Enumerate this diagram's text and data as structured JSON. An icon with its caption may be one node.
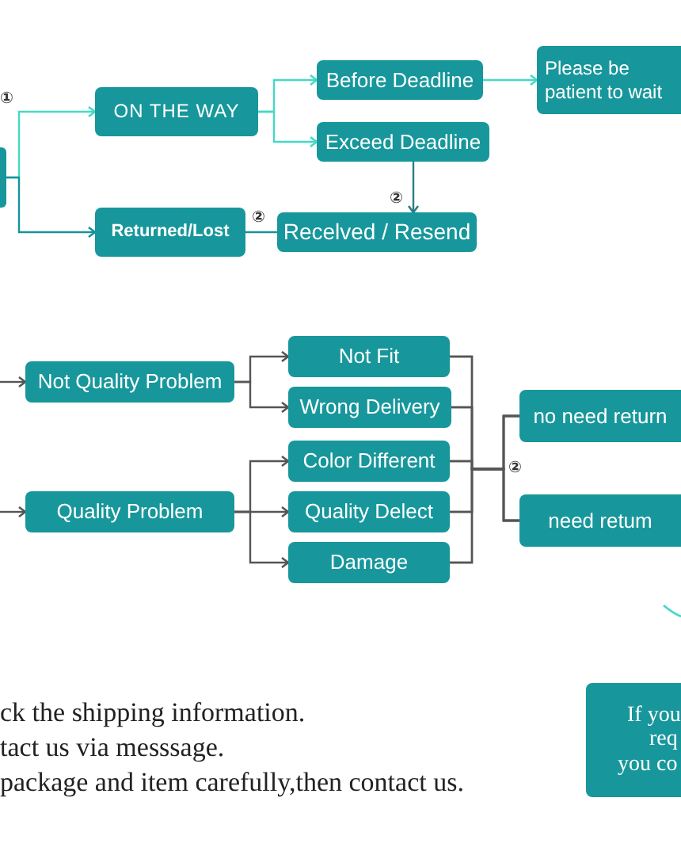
{
  "diagram": {
    "nodes": [
      {
        "text": [],
        "shape": "box"
      },
      {
        "text": [
          "ON THE WAY"
        ]
      },
      {
        "text": [
          "Before Deadline"
        ]
      },
      {
        "text": [
          "Exceed Deadline"
        ]
      },
      {
        "text": [
          "Please be patient to wait"
        ]
      },
      {
        "text": [
          "Returned/Lost"
        ]
      },
      {
        "text": [
          "Recelved / Resend"
        ]
      },
      {
        "text": [
          "Not Quality Problem"
        ]
      },
      {
        "text": [
          "Not Fit"
        ]
      },
      {
        "text": [
          "Wrong Delivery"
        ]
      },
      {
        "text": [
          "Quality Problem"
        ]
      },
      {
        "text": [
          "Color Different"
        ]
      },
      {
        "text": [
          "Quality Delect"
        ]
      },
      {
        "text": [
          "Damage"
        ]
      },
      {
        "text": [
          "no need return"
        ]
      },
      {
        "text": [
          "need retum"
        ]
      },
      {
        "text": [
          "If you",
          "req",
          "you co"
        ]
      }
    ],
    "edges": [
      {
        "from": 0,
        "to": 1,
        "arrow": "to",
        "color": "#45d9c6"
      },
      {
        "from": 0,
        "to": 5,
        "arrow": "to",
        "color": "#17939a"
      },
      {
        "from": 1,
        "to": 2,
        "arrow": "to",
        "color": "#45d9c6"
      },
      {
        "from": 1,
        "to": 3,
        "arrow": "to",
        "color": "#45d9c6"
      },
      {
        "from": 2,
        "to": 4,
        "arrow": "to",
        "color": "#45d9c6"
      },
      {
        "from": 3,
        "to": 6,
        "arrow": "to",
        "label": "②",
        "color": "#2a7f86"
      },
      {
        "from": 5,
        "to": 6,
        "arrow": "none",
        "label": "②",
        "color": "#17939a"
      },
      {
        "from": null,
        "to": 7,
        "arrow": "to"
      },
      {
        "from": null,
        "to": 10,
        "arrow": "to"
      },
      {
        "from": 7,
        "to": 8,
        "arrow": "to"
      },
      {
        "from": 7,
        "to": 9,
        "arrow": "to"
      },
      {
        "from": 10,
        "to": 11,
        "arrow": "to"
      },
      {
        "from": 10,
        "to": 12,
        "arrow": "to"
      },
      {
        "from": 10,
        "to": 13,
        "arrow": "to"
      },
      {
        "from": 8,
        "to": 14,
        "arrow": "none"
      },
      {
        "from": 8,
        "to": 15,
        "arrow": "none"
      },
      {
        "from": 9,
        "to": 14,
        "arrow": "none"
      },
      {
        "from": 9,
        "to": 15,
        "arrow": "none"
      },
      {
        "from": 11,
        "to": 14,
        "arrow": "none"
      },
      {
        "from": 11,
        "to": 15,
        "arrow": "none"
      },
      {
        "from": 12,
        "to": 14,
        "arrow": "none"
      },
      {
        "from": 12,
        "to": 15,
        "arrow": "none"
      },
      {
        "from": 13,
        "to": 14,
        "arrow": "none"
      },
      {
        "from": 13,
        "to": 15,
        "arrow": "none"
      }
    ],
    "labels": [
      "①",
      "②",
      "ck the shipping information.",
      "tact us via messsage.",
      "package and item carefully,then contact us."
    ]
  }
}
